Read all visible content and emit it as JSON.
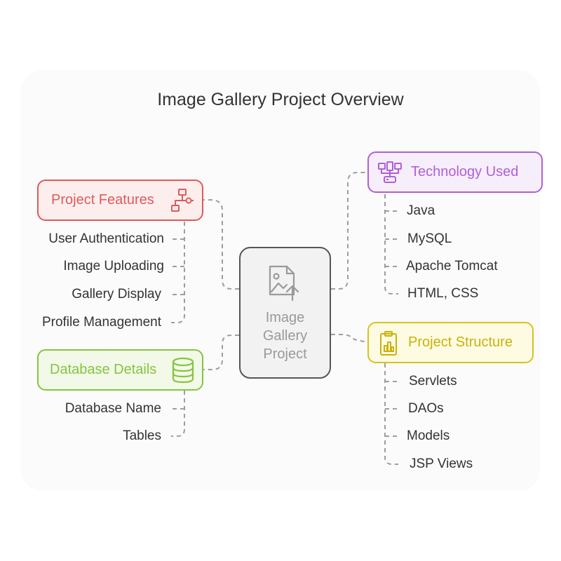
{
  "title": "Image Gallery Project Overview",
  "center": {
    "label_lines": [
      "Image",
      "Gallery",
      "Project"
    ],
    "icon": "image-upload-icon"
  },
  "branches": {
    "features": {
      "label": "Project Features",
      "icon": "flowchart-icon",
      "color": "#e05a5a",
      "fill": "#fdeeee",
      "items": [
        "User Authentication",
        "Image Uploading",
        "Gallery Display",
        "Profile Management"
      ]
    },
    "database": {
      "label": "Database Details",
      "icon": "database-icon",
      "color": "#86c440",
      "fill": "#f2f9e8",
      "items": [
        "Database Name",
        "Tables"
      ]
    },
    "technology": {
      "label": "Technology Used",
      "icon": "network-devices-icon",
      "color": "#b05fd6",
      "fill": "#f7eefb",
      "items": [
        "Java",
        "MySQL",
        "Apache Tomcat",
        "HTML, CSS"
      ]
    },
    "structure": {
      "label": "Project Structure",
      "icon": "clipboard-chart-icon",
      "color": "#d8c21c",
      "fill": "#fdfbe2",
      "items": [
        "Servlets",
        "DAOs",
        "Models",
        "JSP Views"
      ]
    }
  }
}
